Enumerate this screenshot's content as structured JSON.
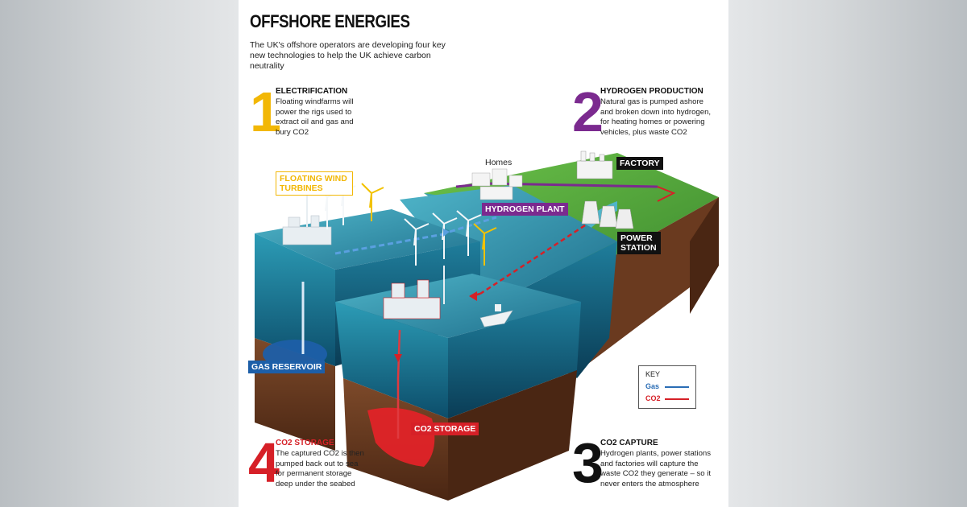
{
  "title": "OFFSHORE ENERGIES",
  "intro": "The UK's offshore operators are developing four key new technologies to help the UK achieve carbon neutrality",
  "sections": [
    {
      "number": "1",
      "title": "ELECTRIFICATION",
      "text": "Floating windfarms will power the rigs used to extract oil and gas and bury CO2",
      "color": "#f2b705"
    },
    {
      "number": "2",
      "title": "HYDROGEN PRODUCTION",
      "text": "Natural gas is pumped ashore and broken down into hydrogen, for heating homes or powering vehicles, plus waste CO2",
      "color": "#7b2a8f"
    },
    {
      "number": "3",
      "title": "CO2 CAPTURE",
      "text": "Hydrogen plants, power stations and factories will capture the waste CO2 they generate – so it never enters the atmosphere",
      "color": "#111111"
    },
    {
      "number": "4",
      "title": "CO2 STORAGE",
      "text": "The captured CO2 is then pumped back out to sea for permanent storage deep under the seabed",
      "color": "#d62027"
    }
  ],
  "labels": {
    "floating_wind": "FLOATING WIND TURBINES",
    "homes": "Homes",
    "factory": "FACTORY",
    "hydrogen_plant": "HYDROGEN PLANT",
    "power_station": "POWER STATION",
    "gas_reservoir": "GAS RESERVOIR",
    "co2_storage": "CO2 STORAGE"
  },
  "key": {
    "title": "KEY",
    "gas": "Gas",
    "co2": "CO2"
  },
  "colors": {
    "gas": "#2a6db5",
    "co2": "#d62027",
    "sea": "#2b8fa8",
    "land": "#5aa843",
    "seabed": "#6b3d22"
  }
}
